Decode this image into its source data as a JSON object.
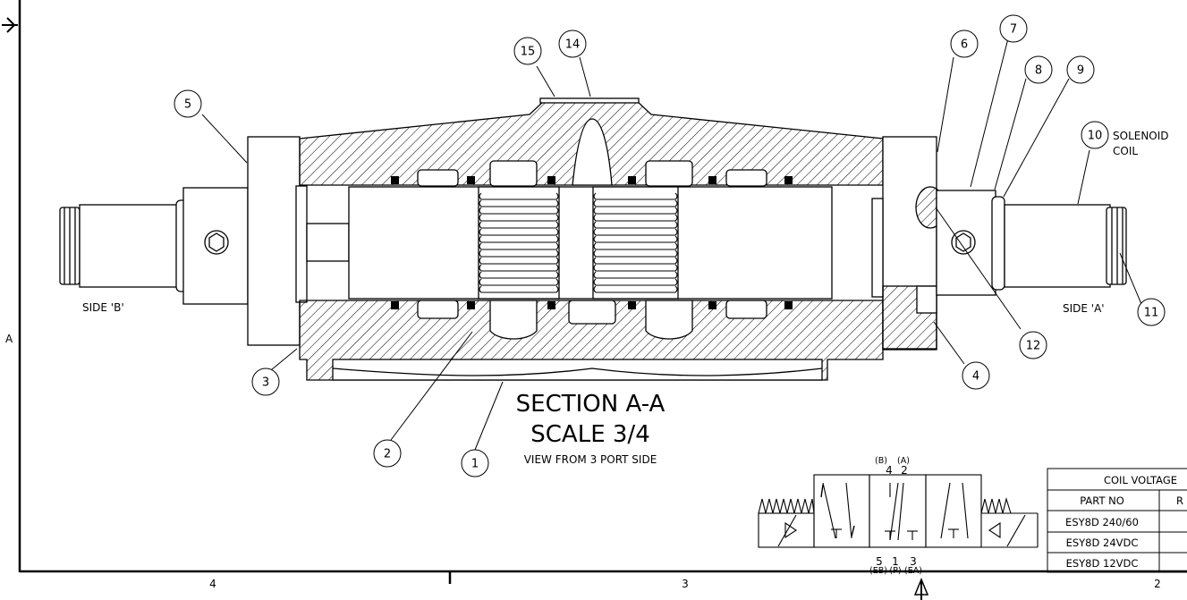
{
  "section": {
    "title": "SECTION A-A",
    "scale": "SCALE 3/4",
    "view": "VIEW FROM 3 PORT SIDE"
  },
  "sides": {
    "b": "SIDE 'B'",
    "a": "SIDE 'A'"
  },
  "coil_label": [
    "SOLENOID",
    "COIL"
  ],
  "zone_letter": "A",
  "zone_numbers": [
    "4",
    "3",
    "2"
  ],
  "balloons": [
    "1",
    "2",
    "3",
    "4",
    "5",
    "6",
    "7",
    "8",
    "9",
    "10",
    "11",
    "12",
    "14",
    "15"
  ],
  "symbol": {
    "top_ports": [
      "(B)",
      "(A)"
    ],
    "top_numbers": [
      "4",
      "2"
    ],
    "bottom_numbers": [
      "5",
      "1",
      "3"
    ],
    "bottom_ports": [
      "(EB)",
      "(P)",
      "(EA)"
    ]
  },
  "coil_table": {
    "title": "COIL VOLTAGE",
    "headers": [
      "PART NO",
      "R"
    ],
    "rows": [
      "ESY8D 240/60",
      "ESY8D 24VDC",
      "ESY8D 12VDC"
    ]
  }
}
